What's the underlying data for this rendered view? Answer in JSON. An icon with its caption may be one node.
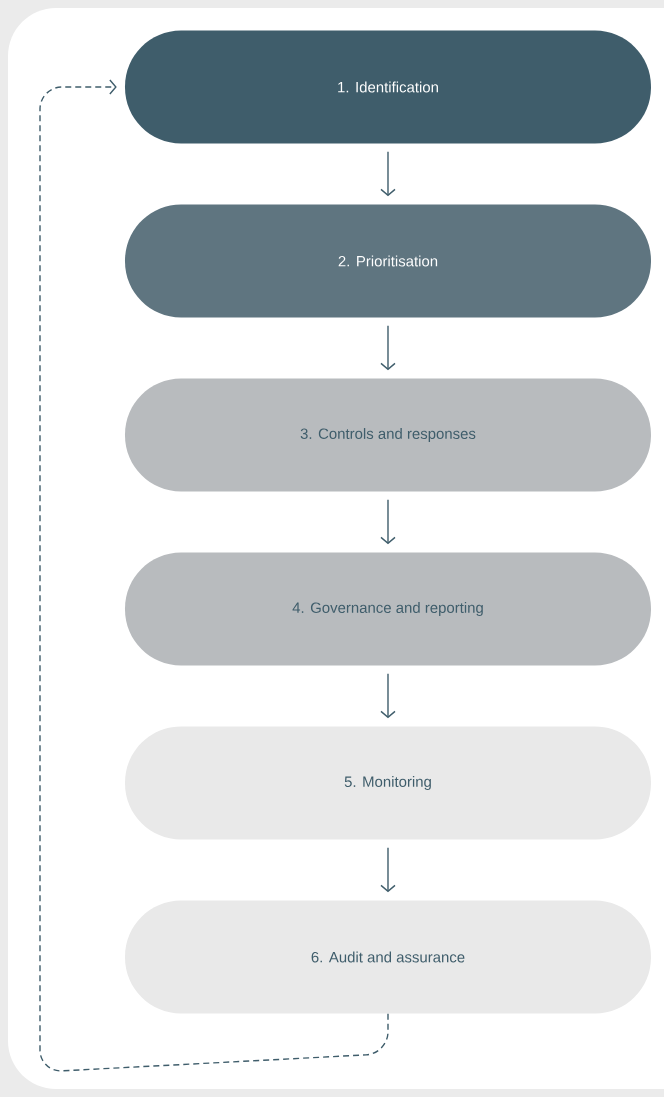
{
  "diagram": {
    "nodes": [
      {
        "text": [
          "1. Identification"
        ]
      },
      {
        "text": [
          "2. Prioritisation"
        ]
      },
      {
        "text": [
          "3. Controls and responses"
        ]
      },
      {
        "text": [
          "4. Governance and reporting"
        ]
      },
      {
        "text": [
          "5. Monitoring"
        ]
      },
      {
        "text": [
          "6. Audit and assurance"
        ]
      }
    ],
    "edges": [
      {
        "from": 0,
        "to": 1,
        "arrow": "to"
      },
      {
        "from": 1,
        "to": 2,
        "arrow": "to"
      },
      {
        "from": 2,
        "to": 3,
        "arrow": "to"
      },
      {
        "from": 3,
        "to": 4,
        "arrow": "to"
      },
      {
        "from": 4,
        "to": 5,
        "arrow": "to"
      },
      {
        "from": 5,
        "to": 0,
        "arrow": "to",
        "style": "dashed"
      }
    ]
  }
}
